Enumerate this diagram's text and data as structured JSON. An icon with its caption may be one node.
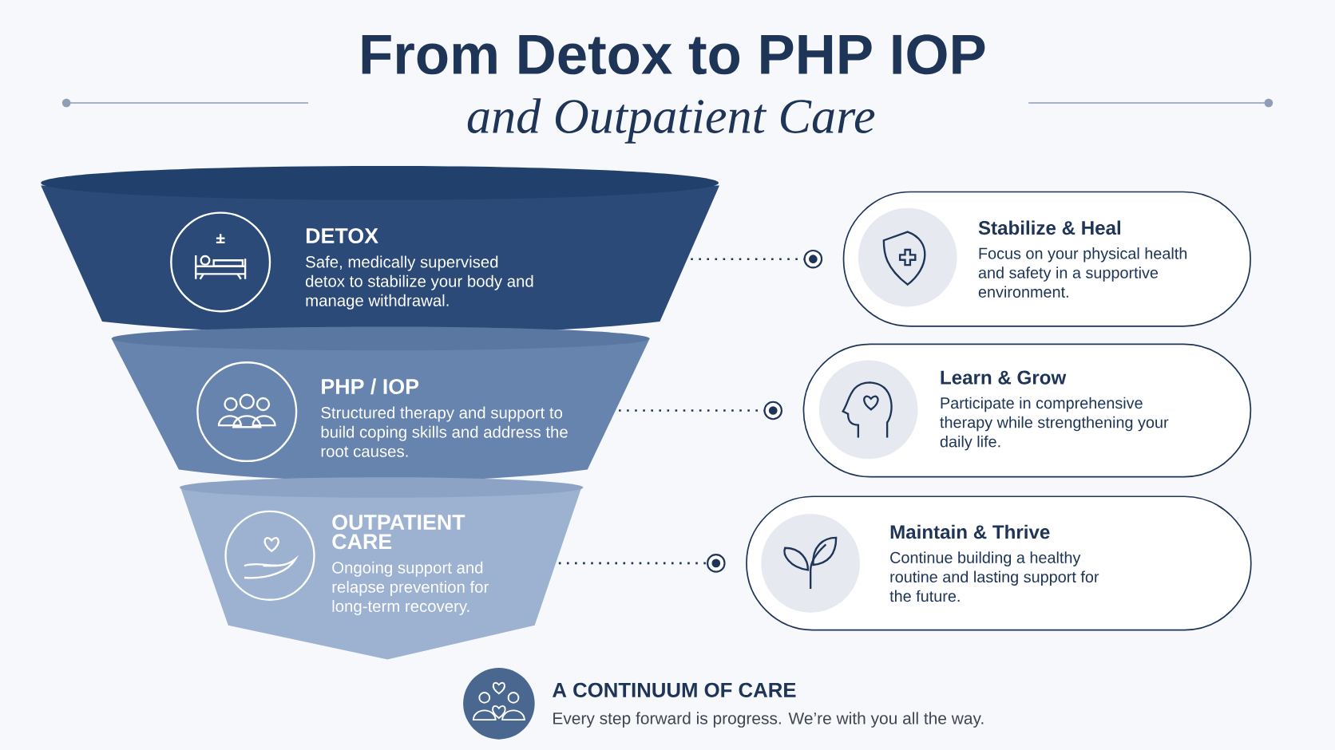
{
  "diagram": {
    "title": "From Detox to PHP IOP",
    "nodes": [
      {
        "text": [
          "DETOX",
          "Safe, medically supervised detox to stabilize your body and manage withdrawal."
        ]
      },
      {
        "text": [
          "PHP / IOP",
          "Structured therapy and support to build coping skills and address the root causes."
        ]
      },
      {
        "text": [
          "OUTPATIENT CARE",
          "Ongoing support and relapse prevention for long-term recovery."
        ]
      },
      {
        "text": [
          "Stabilize & Heal",
          "Focus on your physical health and safety in a supportive environment."
        ]
      },
      {
        "text": [
          "Learn & Grow",
          "Participate in comprehensive therapy while strengthening your daily life."
        ]
      },
      {
        "text": [
          "Maintain & Thrive",
          "Continue building a healthy routine and lasting support for the future."
        ]
      }
    ],
    "edges": [
      {
        "from": 0,
        "to": 3,
        "arrow": "other"
      },
      {
        "from": 1,
        "to": 4,
        "arrow": "other"
      },
      {
        "from": 2,
        "to": 5,
        "arrow": "other"
      }
    ],
    "labels": [
      "and Outpatient Care",
      "A CONTINUUM OF CARE",
      "Every step forward is progress. We’re with you all the way."
    ]
  }
}
